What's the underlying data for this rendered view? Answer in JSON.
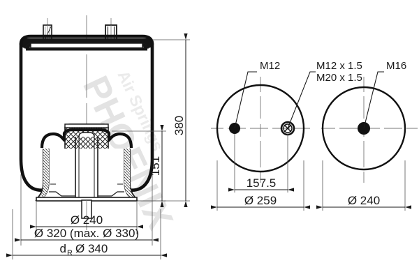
{
  "drawing": {
    "title": "Air spring cross-section technical drawing",
    "watermark": {
      "brand": "PHOENIX",
      "tagline": "Air Springs"
    },
    "colors": {
      "line": "#1a1a1a",
      "thin_line": "#555555",
      "center_line": "#777777",
      "hatch": "#2a2a2a",
      "watermark": "#e3e3e3",
      "background": "#ffffff"
    },
    "views": {
      "section": {
        "name": "cross-section-view",
        "dimensions": {
          "height_total": "380",
          "height_piston": "151",
          "dia_piston": "Ø 240",
          "dia_bellows": "Ø 320 (max. Ø 330)",
          "dia_ring": "dR Ø 340",
          "dia_ring_prefix": "d",
          "dia_ring_sub": "R",
          "dia_ring_value": "Ø 340"
        }
      },
      "top_plate": {
        "name": "top-plate-view",
        "labels": {
          "stud_left": "M12",
          "port_right_line1": "M12 x 1.5",
          "port_right_line2": "M20 x 1.5"
        },
        "dimensions": {
          "bolt_spacing": "157.5",
          "outer_diameter": "Ø 259"
        }
      },
      "bottom_plate": {
        "name": "bottom-plate-view",
        "labels": {
          "stud_center": "M16"
        },
        "dimensions": {
          "outer_diameter": "Ø 240"
        }
      }
    }
  }
}
